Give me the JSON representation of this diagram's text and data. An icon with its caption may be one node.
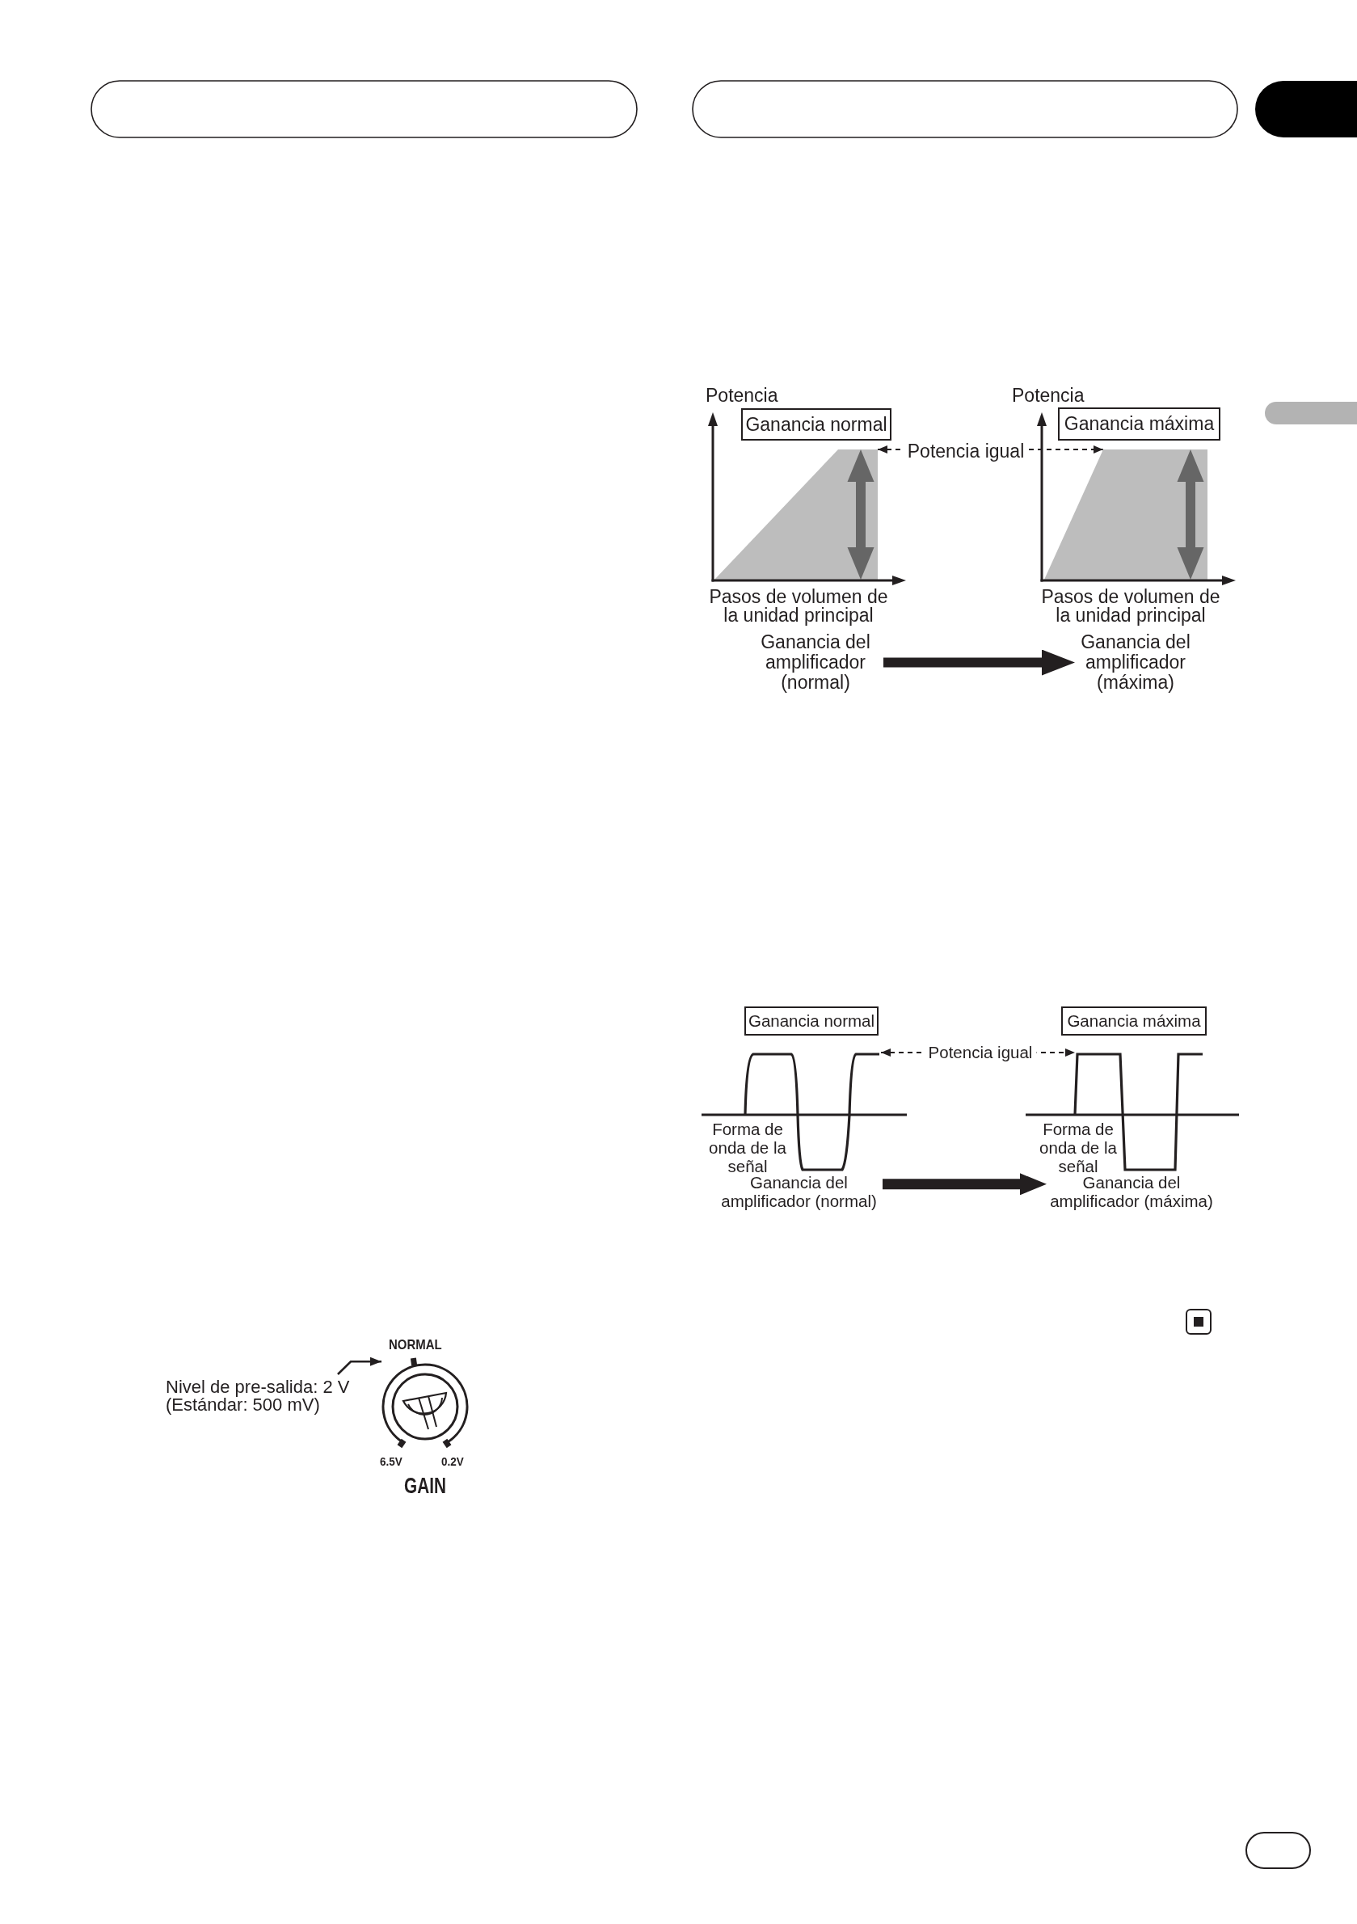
{
  "diagram": {
    "nodes": [
      {
        "text": [],
        "shape": "box"
      },
      {
        "text": [],
        "shape": "box"
      },
      {
        "text": [],
        "shape": "box"
      },
      {
        "text": [],
        "shape": "box"
      },
      {
        "text": [
          "Ganancia normal"
        ]
      },
      {
        "text": [
          "Ganancia máxima"
        ]
      },
      {
        "text": [],
        "shape": "trapezoid"
      },
      {
        "text": [],
        "shape": "trapezoid"
      },
      {
        "text": [
          "Ganancia del amplificador (normal)"
        ]
      },
      {
        "text": [
          "Ganancia del amplificador (máxima)"
        ]
      },
      {
        "text": [
          "Ganancia normal"
        ]
      },
      {
        "text": [
          "Ganancia máxima"
        ]
      },
      {
        "text": [
          "Forma de onda de la señal"
        ]
      },
      {
        "text": [
          "Forma de onda de la señal"
        ]
      },
      {
        "text": [
          "Ganancia del amplificador (normal)"
        ]
      },
      {
        "text": [
          "Ganancia del amplificador (máxima)"
        ]
      },
      {
        "text": [
          "Nivel de pre-salida: 2 V (Estándar: 500 mV)"
        ]
      },
      {
        "text": [],
        "shape": "picture",
        "beside": [
          "NORMAL",
          "6.5V",
          "0.2V",
          "GAIN"
        ]
      },
      {
        "text": [],
        "shape": "box"
      }
    ],
    "edges": [
      {
        "from": 6,
        "to": 7,
        "arrow": "both",
        "label": "Potencia igual",
        "style": "dashed"
      },
      {
        "from": 12,
        "to": 13,
        "arrow": "both",
        "label": "Potencia igual",
        "style": "dashed"
      },
      {
        "from": 8,
        "to": 9,
        "arrow": "to",
        "style": "thick"
      },
      {
        "from": 14,
        "to": 15,
        "arrow": "to",
        "style": "thick"
      },
      {
        "from": 16,
        "to": 17,
        "arrow": "to"
      }
    ],
    "labels": [
      "Potencia",
      "Potencia",
      "Pasos de volumen de la unidad principal",
      "Pasos de volumen de la unidad principal"
    ]
  }
}
